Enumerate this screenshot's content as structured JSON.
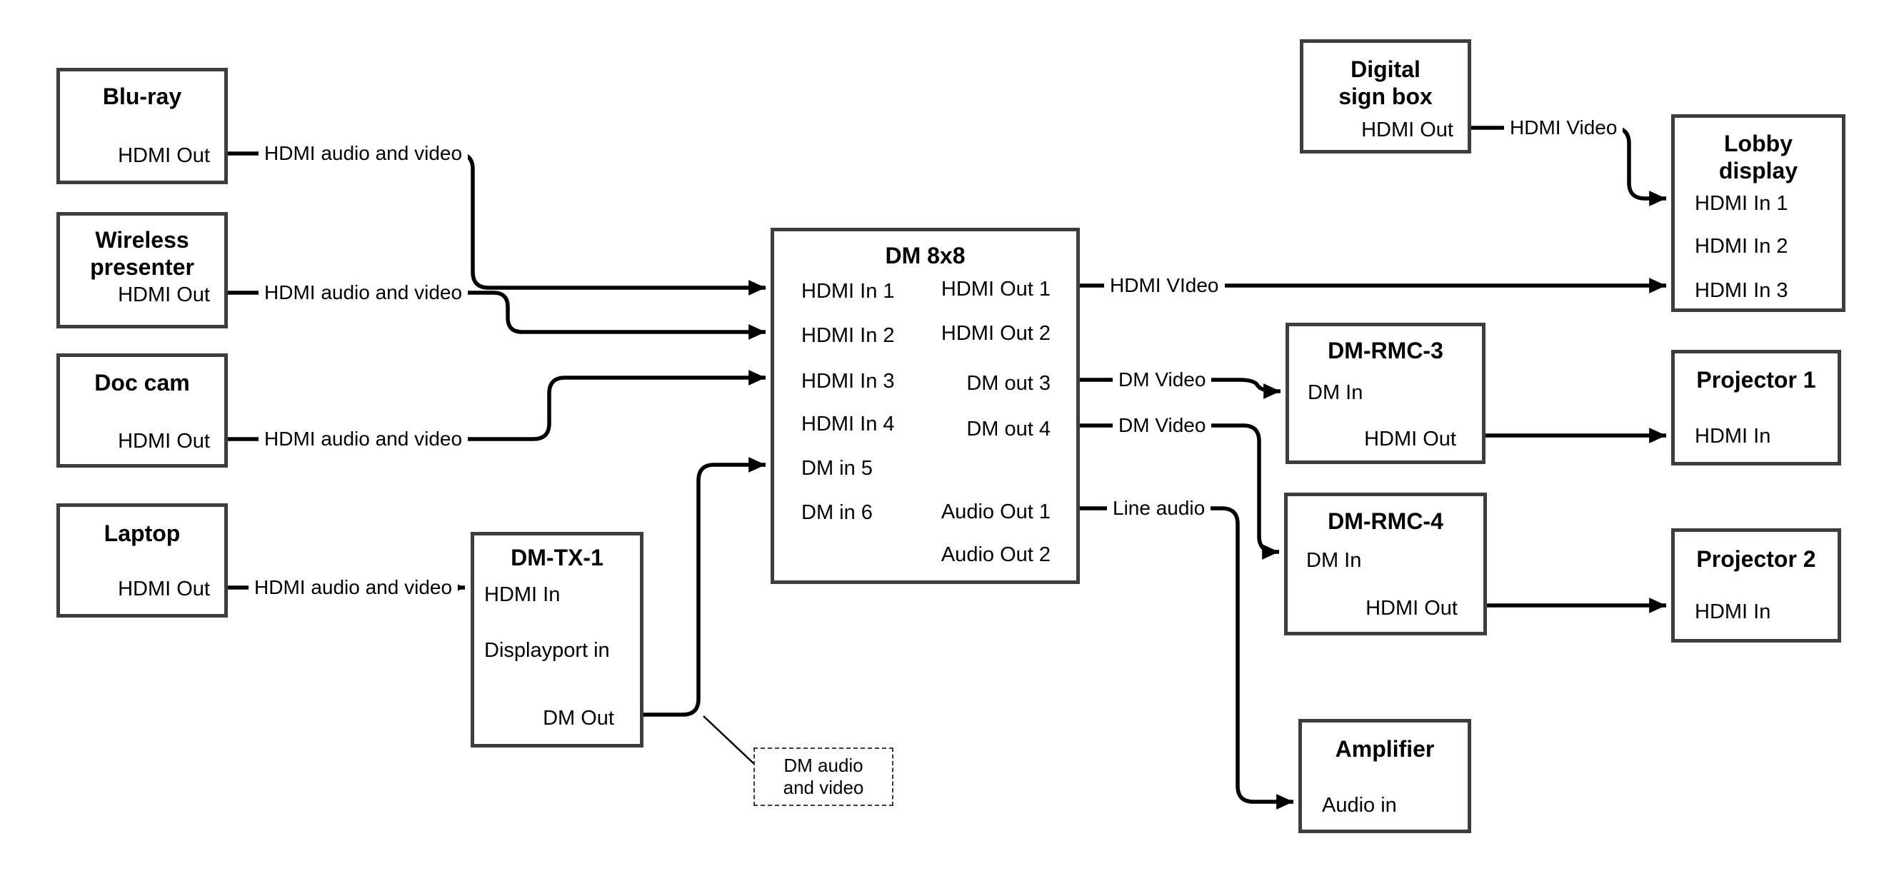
{
  "nodes": {
    "bluray": {
      "title": "Blu-ray",
      "port": "HDMI Out"
    },
    "wireless_presenter": {
      "title": "Wireless presenter",
      "port": "HDMI Out"
    },
    "doc_cam": {
      "title": "Doc cam",
      "port": "HDMI Out"
    },
    "laptop": {
      "title": "Laptop",
      "port": "HDMI Out"
    },
    "dm_tx_1": {
      "title": "DM-TX-1",
      "ports": [
        "HDMI In",
        "Displayport in",
        "DM Out"
      ]
    },
    "dm_8x8": {
      "title": "DM 8x8",
      "inputs": [
        "HDMI In 1",
        "HDMI In 2",
        "HDMI In 3",
        "HDMI In 4",
        "DM in 5",
        "DM in 6"
      ],
      "outputs": [
        "HDMI Out 1",
        "HDMI Out 2",
        "DM out 3",
        "DM out 4",
        "Audio Out 1",
        "Audio Out 2"
      ]
    },
    "digital_sign_box": {
      "title": "Digital sign box",
      "port": "HDMI Out"
    },
    "lobby_display": {
      "title": "Lobby display",
      "inputs": [
        "HDMI In 1",
        "HDMI In 2",
        "HDMI In 3"
      ]
    },
    "dm_rmc_3": {
      "title": "DM-RMC-3",
      "ports": [
        "DM In",
        "HDMI Out"
      ]
    },
    "projector_1": {
      "title": "Projector 1",
      "port": "HDMI In"
    },
    "dm_rmc_4": {
      "title": "DM-RMC-4",
      "ports": [
        "DM In",
        "HDMI Out"
      ]
    },
    "projector_2": {
      "title": "Projector 2",
      "port": "HDMI In"
    },
    "amplifier": {
      "title": "Amplifier",
      "port": "Audio in"
    }
  },
  "edge_labels": {
    "bluray_to_dm": "HDMI audio and video",
    "wireless_to_dm": "HDMI audio and video",
    "doccam_to_dm": "HDMI audio and video",
    "laptop_to_tx": "HDMI audio and video",
    "hdmi_out_1": "HDMI VIdeo",
    "dm_out_3": "DM Video",
    "dm_out_4": "DM Video",
    "audio_out_1": "Line audio",
    "digital_sign": "HDMI Video"
  },
  "callout": {
    "text": "DM audio and video"
  },
  "colors": {
    "line": "#000000",
    "border": "#3d3d3d",
    "background": "#ffffff",
    "text": "#000000"
  }
}
